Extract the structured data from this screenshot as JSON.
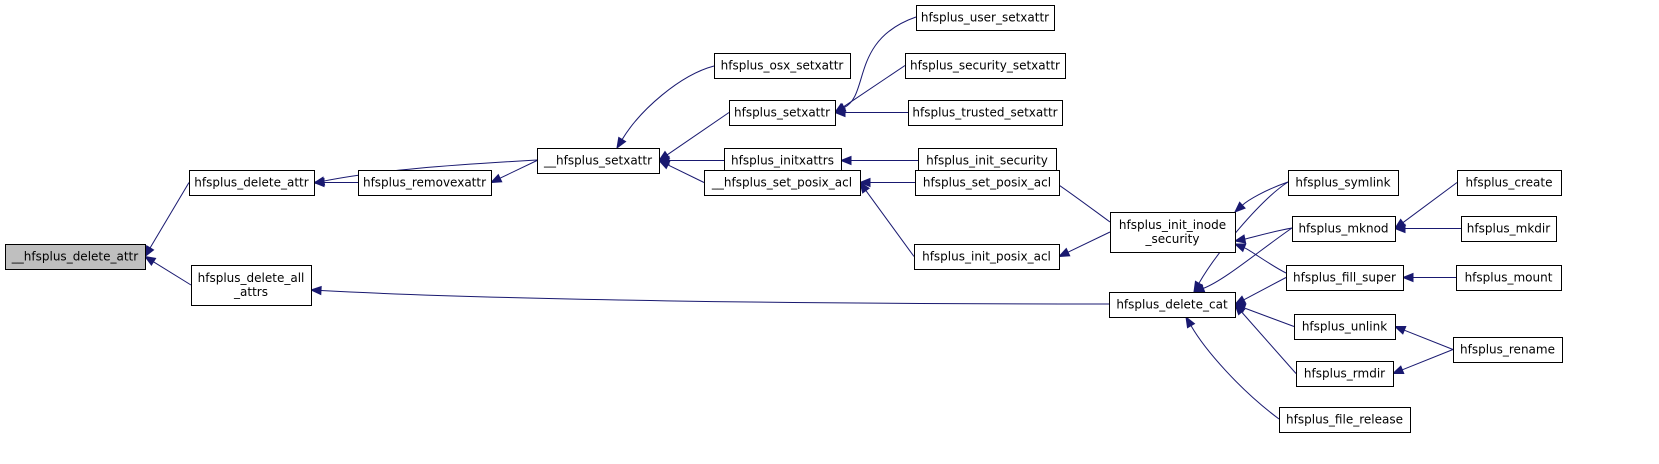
{
  "nodes": [
    {
      "id": "n0",
      "lines": [
        "__hfsplus_delete_attr"
      ],
      "highlight": true
    },
    {
      "id": "n1",
      "lines": [
        "hfsplus_delete_attr"
      ]
    },
    {
      "id": "n2",
      "lines": [
        "hfsplus_delete_all",
        "_attrs"
      ]
    },
    {
      "id": "n3",
      "lines": [
        "hfsplus_removexattr"
      ]
    },
    {
      "id": "n4",
      "lines": [
        "__hfsplus_setxattr"
      ]
    },
    {
      "id": "n5",
      "lines": [
        "hfsplus_osx_setxattr"
      ]
    },
    {
      "id": "n6",
      "lines": [
        "hfsplus_setxattr"
      ]
    },
    {
      "id": "n7",
      "lines": [
        "hfsplus_initxattrs"
      ]
    },
    {
      "id": "n8",
      "lines": [
        "__hfsplus_set_posix_acl"
      ]
    },
    {
      "id": "n9",
      "lines": [
        "hfsplus_user_setxattr"
      ]
    },
    {
      "id": "n10",
      "lines": [
        "hfsplus_security_setxattr"
      ]
    },
    {
      "id": "n11",
      "lines": [
        "hfsplus_trusted_setxattr"
      ]
    },
    {
      "id": "n12",
      "lines": [
        "hfsplus_init_security"
      ]
    },
    {
      "id": "n13",
      "lines": [
        "hfsplus_set_posix_acl"
      ]
    },
    {
      "id": "n14",
      "lines": [
        "hfsplus_init_posix_acl"
      ]
    },
    {
      "id": "n15",
      "lines": [
        "hfsplus_init_inode",
        "_security"
      ]
    },
    {
      "id": "n16",
      "lines": [
        "hfsplus_delete_cat"
      ]
    },
    {
      "id": "n17",
      "lines": [
        "hfsplus_symlink"
      ]
    },
    {
      "id": "n18",
      "lines": [
        "hfsplus_mknod"
      ]
    },
    {
      "id": "n19",
      "lines": [
        "hfsplus_fill_super"
      ]
    },
    {
      "id": "n20",
      "lines": [
        "hfsplus_unlink"
      ]
    },
    {
      "id": "n21",
      "lines": [
        "hfsplus_rmdir"
      ]
    },
    {
      "id": "n22",
      "lines": [
        "hfsplus_file_release"
      ]
    },
    {
      "id": "n23",
      "lines": [
        "hfsplus_create"
      ]
    },
    {
      "id": "n24",
      "lines": [
        "hfsplus_mkdir"
      ]
    },
    {
      "id": "n25",
      "lines": [
        "hfsplus_mount"
      ]
    },
    {
      "id": "n26",
      "lines": [
        "hfsplus_rename"
      ]
    }
  ],
  "edges": [
    {
      "from": "n1",
      "to": "n0"
    },
    {
      "from": "n2",
      "to": "n0"
    },
    {
      "from": "n3",
      "to": "n1"
    },
    {
      "from": "n4",
      "to": "n1"
    },
    {
      "from": "n4",
      "to": "n3"
    },
    {
      "from": "n5",
      "to": "n4"
    },
    {
      "from": "n6",
      "to": "n4"
    },
    {
      "from": "n7",
      "to": "n4"
    },
    {
      "from": "n8",
      "to": "n4"
    },
    {
      "from": "n9",
      "to": "n6"
    },
    {
      "from": "n10",
      "to": "n6"
    },
    {
      "from": "n11",
      "to": "n6"
    },
    {
      "from": "n12",
      "to": "n7"
    },
    {
      "from": "n13",
      "to": "n8"
    },
    {
      "from": "n14",
      "to": "n8"
    },
    {
      "from": "n15",
      "to": "n12"
    },
    {
      "from": "n15",
      "to": "n14"
    },
    {
      "from": "n16",
      "to": "n2"
    },
    {
      "from": "n17",
      "to": "n15"
    },
    {
      "from": "n18",
      "to": "n15"
    },
    {
      "from": "n19",
      "to": "n15"
    },
    {
      "from": "n17",
      "to": "n16"
    },
    {
      "from": "n18",
      "to": "n16"
    },
    {
      "from": "n19",
      "to": "n16"
    },
    {
      "from": "n20",
      "to": "n16"
    },
    {
      "from": "n21",
      "to": "n16"
    },
    {
      "from": "n22",
      "to": "n16"
    },
    {
      "from": "n23",
      "to": "n18"
    },
    {
      "from": "n24",
      "to": "n18"
    },
    {
      "from": "n25",
      "to": "n19"
    },
    {
      "from": "n26",
      "to": "n20"
    },
    {
      "from": "n26",
      "to": "n21"
    }
  ],
  "colors": {
    "edge": "#191970",
    "highlight_fill": "#bfbfbf",
    "node_fill": "#ffffff"
  }
}
